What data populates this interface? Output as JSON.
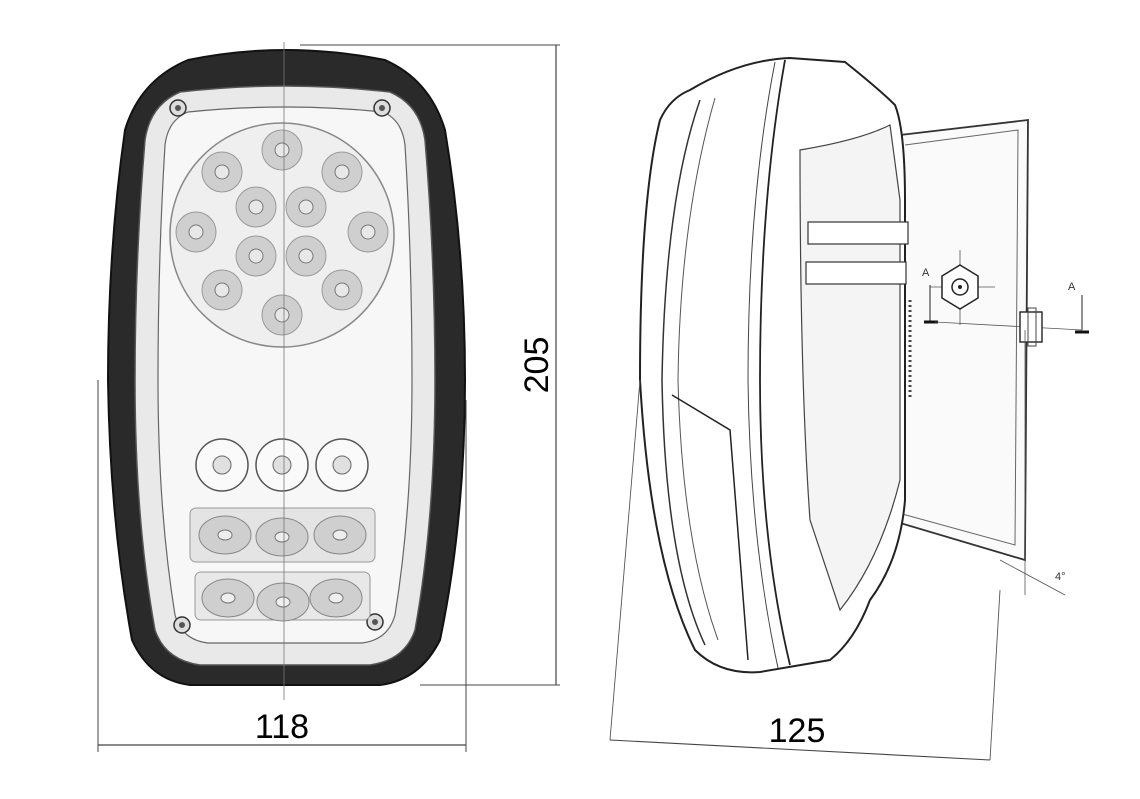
{
  "dimensions": {
    "front_width": "118",
    "front_height": "205",
    "side_depth": "125",
    "mount_angle": "4°",
    "section_label_left": "A",
    "section_label_right": "A"
  },
  "colors": {
    "housing_dark": "#2a2a2a",
    "line": "#333333",
    "dimension_line": "#444444",
    "lens_light": "#f2f2f2",
    "led": "#cfcfcf"
  },
  "icons": {
    "mount_nut": "hex-nut-icon",
    "screw": "screw-icon"
  }
}
